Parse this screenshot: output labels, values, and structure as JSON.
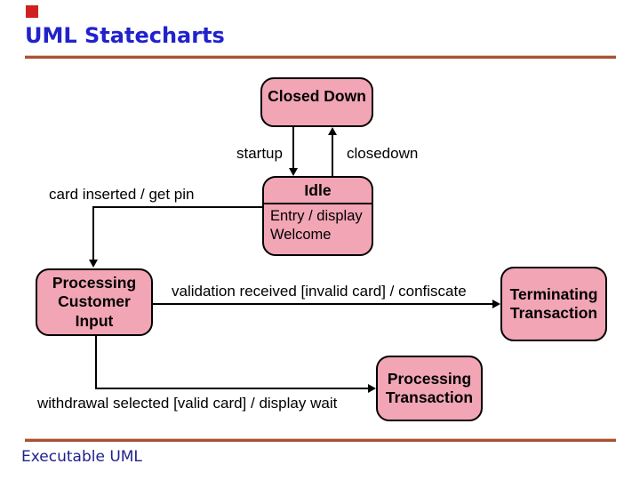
{
  "slide": {
    "title": "UML Statecharts",
    "footer_text": "Executable UML"
  },
  "colors": {
    "title_text": "#2222CC",
    "footer_text": "#202090",
    "rule_red": "#A85038",
    "state_fill": "#F2A5B5",
    "state_border": "#000000",
    "accent_square": "#D02020",
    "edge_line": "#000000"
  },
  "diagram": {
    "type": "uml-statechart",
    "states": {
      "closed_down": {
        "label": "Closed Down"
      },
      "idle": {
        "label": "Idle",
        "internal_action": "Entry / display Welcome"
      },
      "processing_customer_input": {
        "label": "Processing Customer Input"
      },
      "terminating_transaction": {
        "label": "Terminating Transaction"
      },
      "processing_transaction": {
        "label": "Processing Transaction"
      }
    },
    "transitions": [
      {
        "from": "Closed Down",
        "to": "Idle",
        "label": "startup"
      },
      {
        "from": "Idle",
        "to": "Closed Down",
        "label": "closedown"
      },
      {
        "from": "Idle",
        "to": "Processing Customer Input",
        "label": "card inserted / get pin"
      },
      {
        "from": "Processing Customer Input",
        "to": "Terminating Transaction",
        "label": "validation received [invalid card] / confiscate"
      },
      {
        "from": "Processing Customer Input",
        "to": "Processing Transaction",
        "label": "withdrawal selected [valid card] / display wait"
      }
    ]
  }
}
